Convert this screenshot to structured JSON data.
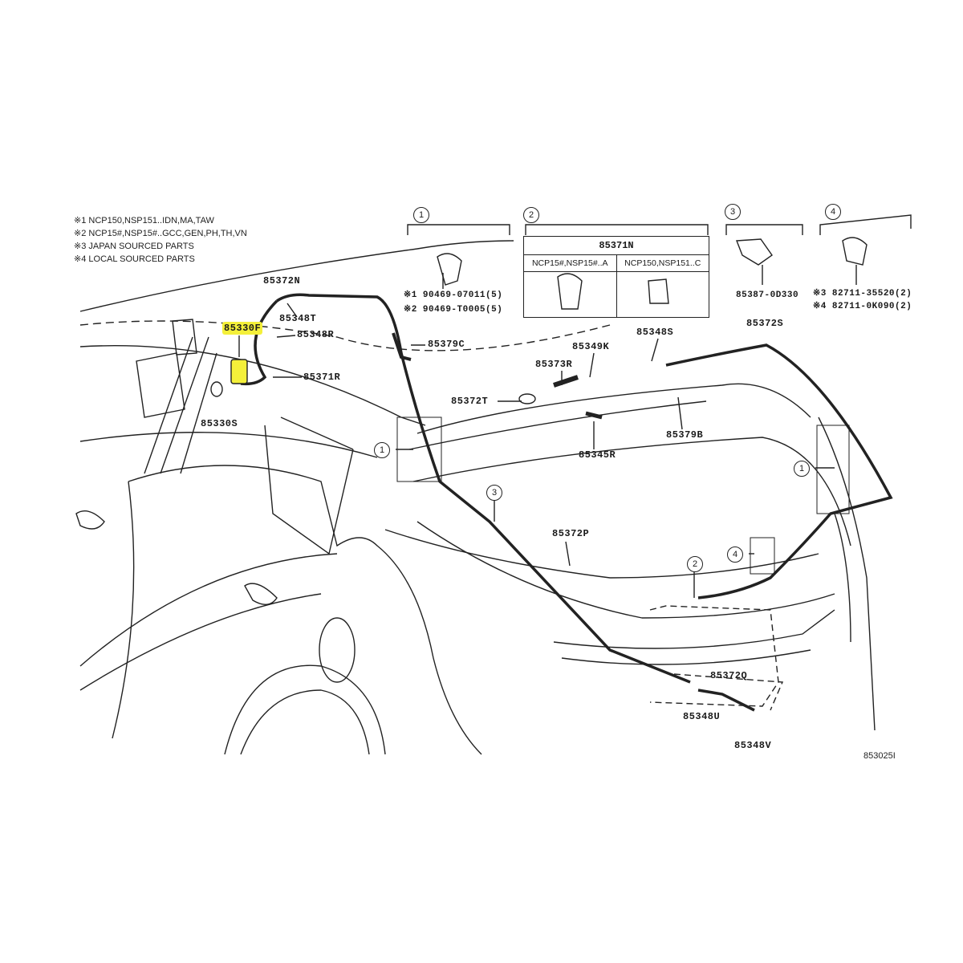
{
  "notes": [
    "※1 NCP150,NSP151..IDN,MA,TAW",
    "※2 NCP15#,NSP15#..GCC,GEN,PH,TH,VN",
    "※3 JAPAN SOURCED PARTS",
    "※4 LOCAL SOURCED PARTS"
  ],
  "groups": {
    "g1": {
      "num": "1",
      "parts": [
        "※1 90469-07011(5)",
        "※2 90469-T0005(5)"
      ]
    },
    "g2": {
      "num": "2",
      "table_title": "85371N",
      "col_a": "NCP15#,NSP15#..A",
      "col_c": "NCP150,NSP151..C"
    },
    "g3": {
      "num": "3",
      "parts": [
        "85387-0D330"
      ]
    },
    "g4": {
      "num": "4",
      "parts": [
        "※3 82711-35520(2)",
        "※4 82711-0K090(2)"
      ]
    }
  },
  "labels": {
    "p85372N": "85372N",
    "p85348T": "85348T",
    "p85330F": "85330F",
    "p85348R": "85348R",
    "p85379C": "85379C",
    "p85371R": "85371R",
    "p85330S": "85330S",
    "p85372T": "85372T",
    "p85373R": "85373R",
    "p85349K": "85349K",
    "p85348S": "85348S",
    "p85372S": "85372S",
    "p85379B": "85379B",
    "p85345R": "85345R",
    "p85372P": "85372P",
    "p85372Q": "85372Q",
    "p85348U": "85348U",
    "p85348V": "85348V"
  },
  "callouts": {
    "c1a": "1",
    "c3": "3",
    "c1b": "1",
    "c4": "4",
    "c2": "2"
  },
  "figure_id": "853025I",
  "highlight_color": "#f4f03a"
}
